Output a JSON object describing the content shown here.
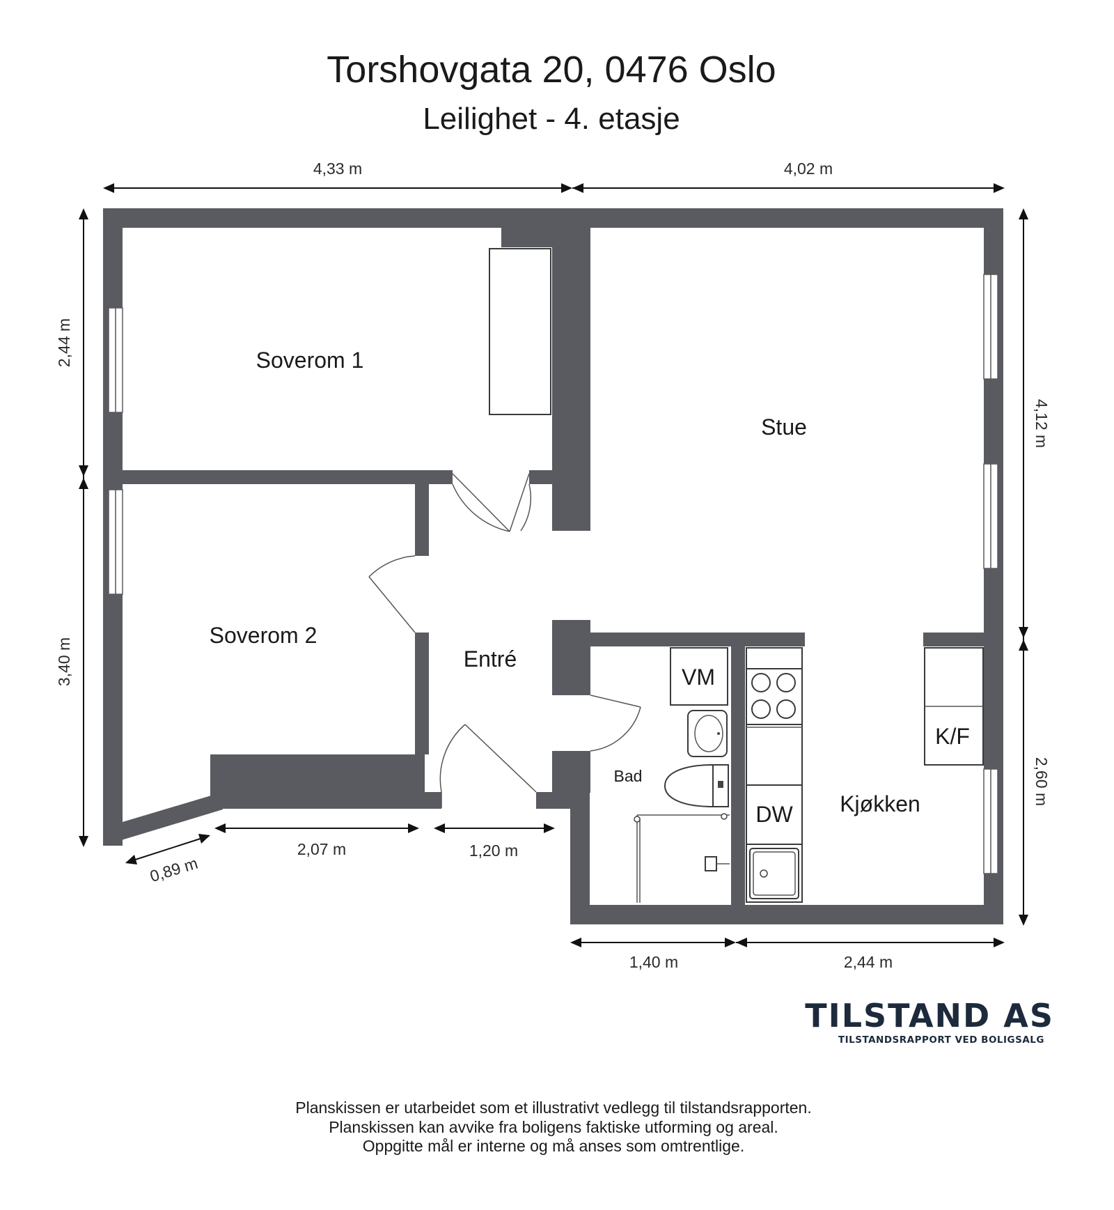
{
  "header": {
    "title": "Torshovgata 20, 0476 Oslo",
    "subtitle": "Leilighet - 4. etasje"
  },
  "rooms": {
    "soverom1": "Soverom 1",
    "soverom2": "Soverom 2",
    "stue": "Stue",
    "entre": "Entré",
    "bad": "Bad",
    "kjokken": "Kjøkken"
  },
  "fixtures": {
    "vm": "VM",
    "dw": "DW",
    "kf": "K/F"
  },
  "dimensions": {
    "top_left": "4,33 m",
    "top_right": "4,02 m",
    "left_upper": "2,44 m",
    "left_lower": "3,40 m",
    "right_upper": "4,12 m",
    "right_lower": "2,60 m",
    "bottom_diag": "0,89 m",
    "bottom_a": "2,07 m",
    "bottom_b": "1,20 m",
    "bottom_c": "1,40 m",
    "bottom_d": "2,44 m"
  },
  "logo": {
    "name": "TILSTAND AS",
    "tagline": "TILSTANDSRAPPORT VED BOLIGSALG"
  },
  "notes": [
    "Planskissen er utarbeidet som et illustrativt vedlegg til tilstandsrapporten.",
    "Planskissen kan avvike fra boligens faktiske utforming og areal.",
    "Oppgitte mål er interne og må anses som omtrentlige."
  ],
  "colors": {
    "wall": "#595b61",
    "logo": "#1c2a3c"
  }
}
